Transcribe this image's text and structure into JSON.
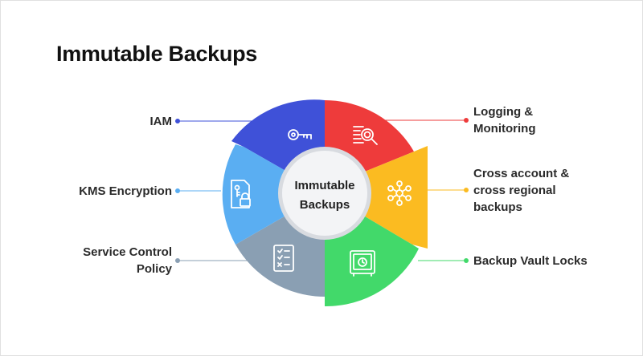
{
  "page": {
    "title": "Immutable Backups"
  },
  "center": {
    "line1": "Immutable",
    "line2": "Backups"
  },
  "items": [
    {
      "id": "iam",
      "lines": [
        "IAM"
      ],
      "color": "#3f51d8",
      "icon": "key-icon"
    },
    {
      "id": "logging",
      "lines": [
        "Logging &",
        "Monitoring"
      ],
      "color": "#ee3b3b",
      "icon": "document-search-icon"
    },
    {
      "id": "cross",
      "lines": [
        "Cross account &",
        "cross regional",
        "backups"
      ],
      "color": "#fbbb21",
      "icon": "network-nodes-icon"
    },
    {
      "id": "vault",
      "lines": [
        "Backup Vault Locks"
      ],
      "color": "#42d96a",
      "icon": "vault-lock-icon"
    },
    {
      "id": "scp",
      "lines": [
        "Service Control",
        "Policy"
      ],
      "color": "#8a9fb3",
      "icon": "checklist-icon"
    },
    {
      "id": "kms",
      "lines": [
        "KMS Encryption"
      ],
      "color": "#5aaef2",
      "icon": "file-lock-icon"
    }
  ]
}
